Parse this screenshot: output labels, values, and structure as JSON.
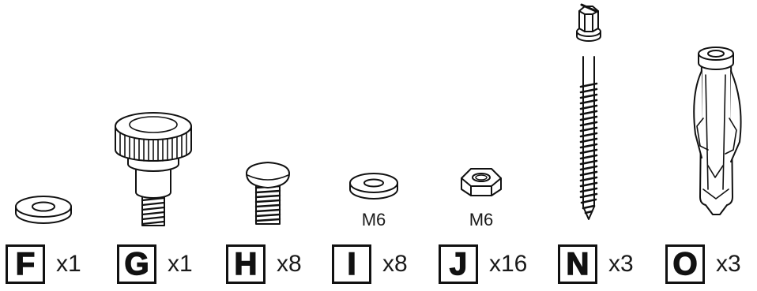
{
  "parts": [
    {
      "letter": "F",
      "quantity": "x1",
      "size": ""
    },
    {
      "letter": "G",
      "quantity": "x1",
      "size": ""
    },
    {
      "letter": "H",
      "quantity": "x8",
      "size": ""
    },
    {
      "letter": "I",
      "quantity": "x8",
      "size": "M6"
    },
    {
      "letter": "J",
      "quantity": "x16",
      "size": "M6"
    },
    {
      "letter": "N",
      "quantity": "x3",
      "size": ""
    },
    {
      "letter": "O",
      "quantity": "x3",
      "size": ""
    }
  ]
}
